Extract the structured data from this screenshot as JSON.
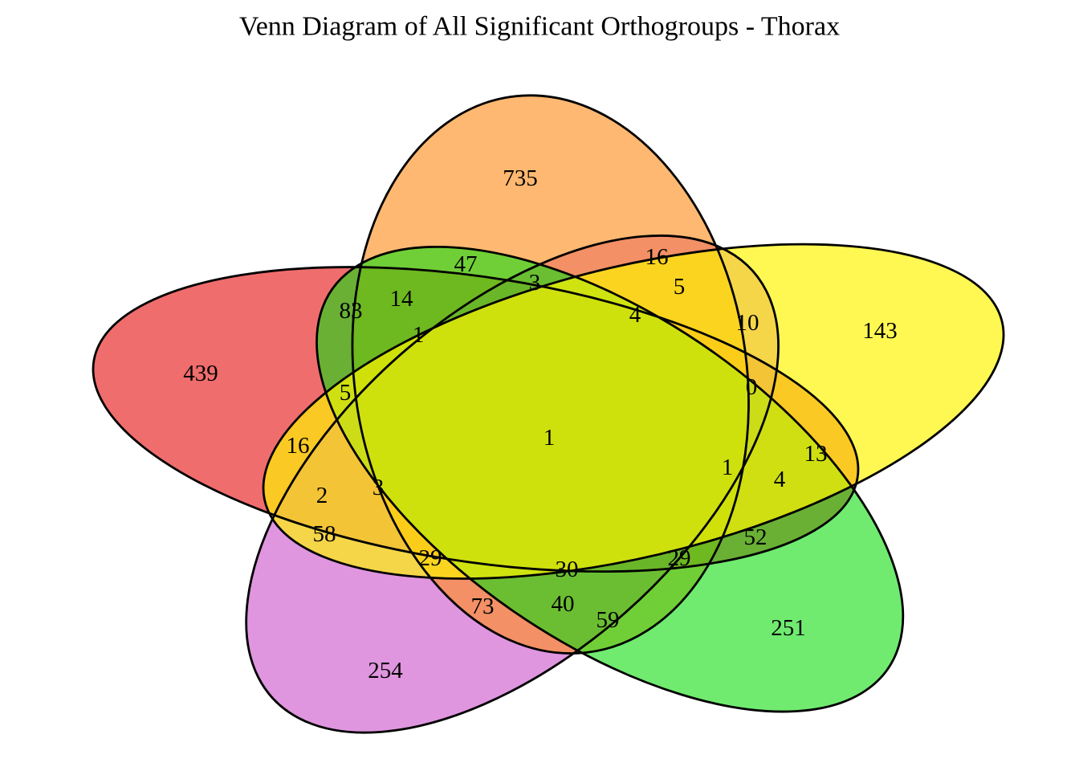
{
  "chart_data": {
    "type": "venn",
    "title": "Venn Diagram of All Significant Orthogroups - Thorax",
    "n_sets": 5,
    "outline_color": "#000000",
    "background_color": "#ffffff",
    "sets": [
      {
        "id": "A",
        "position": "left",
        "petal_direction": "left",
        "color": "#E81E1E"
      },
      {
        "id": "B",
        "position": "top",
        "petal_direction": "up",
        "color": "#FF8C1A"
      },
      {
        "id": "C",
        "position": "right",
        "petal_direction": "upper-right",
        "color": "#FFF500"
      },
      {
        "id": "D",
        "position": "bottom-right",
        "petal_direction": "lower-right",
        "color": "#11DD11"
      },
      {
        "id": "E",
        "position": "bottom-left",
        "petal_direction": "lower-left",
        "color": "#CC55CC"
      }
    ],
    "regions": {
      "A": 439,
      "B": 735,
      "C": 143,
      "D": 251,
      "E": 254,
      "AB": 83,
      "AC": 16,
      "AD": 52,
      "AE": 58,
      "BC": 16,
      "BD": 47,
      "BE": 73,
      "CD": 13,
      "CE": 10,
      "DE": 59,
      "ABC": 3,
      "ABD": 14,
      "ABE": 5,
      "ACD": 4,
      "ACE": 2,
      "ADE": 29,
      "BCD": 0,
      "BCE": 5,
      "BDE": 40,
      "CDE": 29,
      "ABCD": 4,
      "ABCE": 1,
      "ABDE": 3,
      "ACDE": 30,
      "BCDE": 1,
      "ABCDE": 1
    }
  }
}
